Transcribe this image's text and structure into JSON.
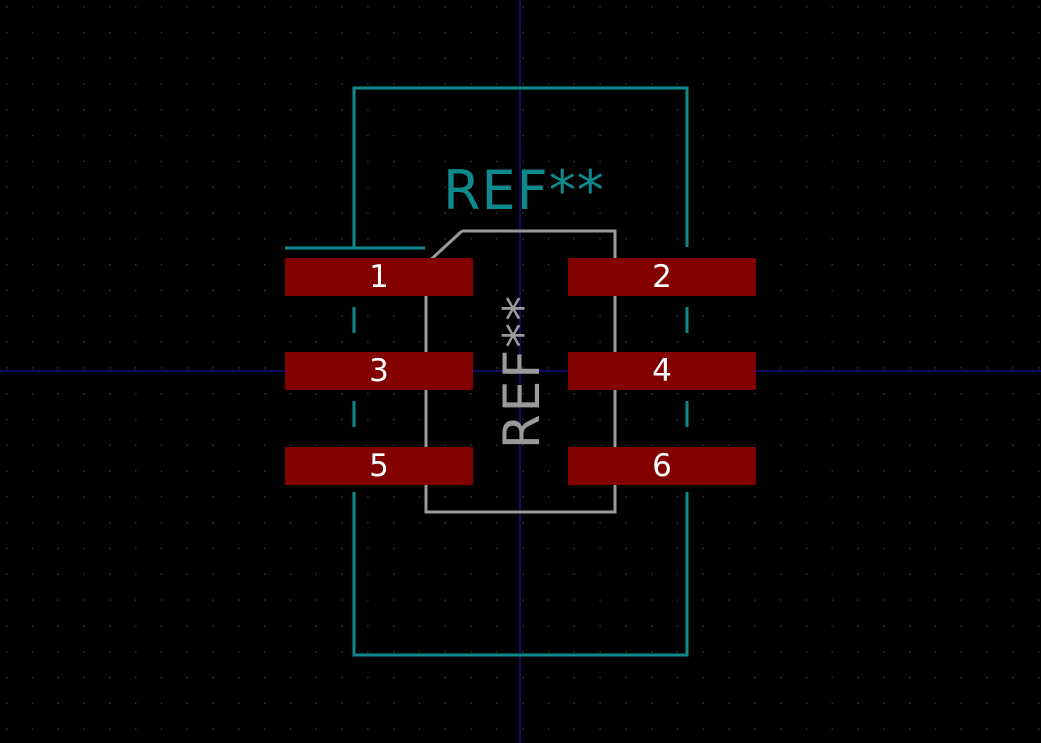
{
  "colors": {
    "background": "#000000",
    "grid_dot": "#3a3a3a",
    "axis": "#1a1ac8",
    "silkscreen": "#0f8a8c",
    "fab": "#9a9a9a",
    "pad": "#820000",
    "pad_text": "#ffffff"
  },
  "reference_silk": "REF**",
  "reference_fab": "REF**",
  "pads": [
    {
      "number": "1"
    },
    {
      "number": "2"
    },
    {
      "number": "3"
    },
    {
      "number": "4"
    },
    {
      "number": "5"
    },
    {
      "number": "6"
    }
  ]
}
